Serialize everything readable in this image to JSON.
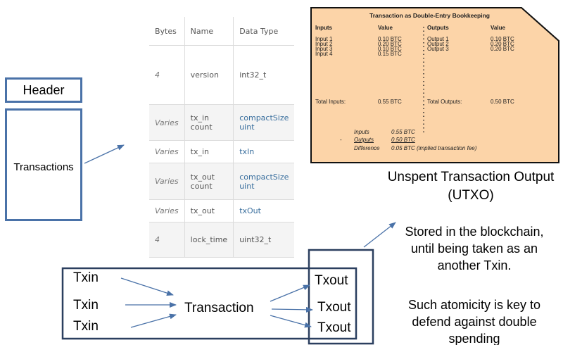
{
  "labels": {
    "header": "Header",
    "transactions": "Transactions",
    "utxo_line1": "Unspent Transaction Output",
    "utxo_line2": "(UTXO)",
    "stored_note": [
      "Stored in the blockchain,",
      "until being taken as an",
      "another Txin."
    ],
    "atomicity_note": [
      "Such atomicity is key to",
      "defend against double",
      "spending"
    ]
  },
  "flow": {
    "inputs": [
      "Txin",
      "Txin",
      "Txin"
    ],
    "center": "Transaction",
    "outputs": [
      "Txout",
      "Txout",
      "Txout"
    ]
  },
  "tx_table": {
    "headers": [
      "Bytes",
      "Name",
      "Data Type"
    ],
    "rows": [
      {
        "bytes": "4",
        "name": "version",
        "type": "int32_t",
        "link": false
      },
      {
        "bytes": "Varies",
        "name": "tx_in count",
        "type": "compactSize uint",
        "link": true
      },
      {
        "bytes": "Varies",
        "name": "tx_in",
        "type": "txIn",
        "link": true
      },
      {
        "bytes": "Varies",
        "name": "tx_out count",
        "type": "compactSize uint",
        "link": true
      },
      {
        "bytes": "Varies",
        "name": "tx_out",
        "type": "txOut",
        "link": true
      },
      {
        "bytes": "4",
        "name": "lock_time",
        "type": "uint32_t",
        "link": false
      }
    ]
  },
  "bookkeeping": {
    "title": "Transaction as Double-Entry Bookkeeping",
    "headers": {
      "inputs": "Inputs",
      "value": "Value",
      "outputs": "Outputs",
      "value2": "Value"
    },
    "inputs": [
      {
        "name": "Input 1",
        "value": "0.10  BTC"
      },
      {
        "name": "Input 2",
        "value": "0.20  BTC"
      },
      {
        "name": "Input 3",
        "value": "0.10  BTC"
      },
      {
        "name": "Input 4",
        "value": "0.15  BTC"
      }
    ],
    "outputs": [
      {
        "name": "Output 1",
        "value": "0.10  BTC"
      },
      {
        "name": "Output 2",
        "value": "0.20  BTC"
      },
      {
        "name": "Output 3",
        "value": "0.20  BTC"
      }
    ],
    "total_inputs_label": "Total Inputs:",
    "total_inputs_value": "0.55 BTC",
    "total_outputs_label": "Total Outputs:",
    "total_outputs_value": "0.50  BTC",
    "summary": [
      {
        "label": "Inputs",
        "value": "0.55 BTC"
      },
      {
        "label": "Outputs",
        "value": "0.50 BTC"
      },
      {
        "label": "Difference",
        "value": "0.05 BTC (implied transaction fee)"
      }
    ],
    "minus_sign": "-",
    "colors": {
      "panel": "#fcd4a8",
      "border": "#111111"
    }
  },
  "colors": {
    "box_border": "#4a72a8",
    "arrow": "#4a72a8",
    "flow_box": "#2b3f5f"
  }
}
